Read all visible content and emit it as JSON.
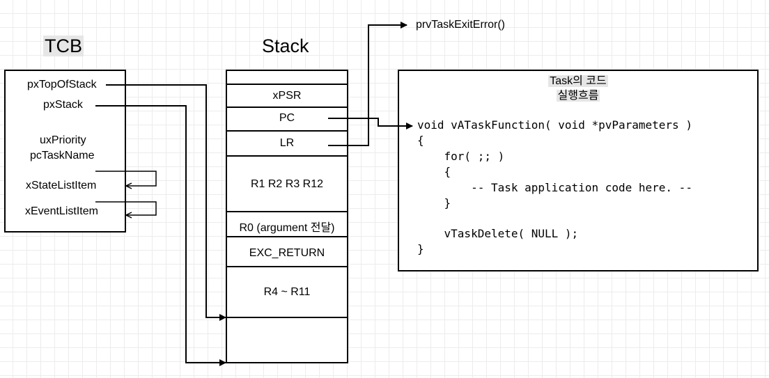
{
  "tcb": {
    "title": "TCB",
    "fields": {
      "px_top_of_stack": "pxTopOfStack",
      "px_stack": "pxStack",
      "ux_priority": "uxPriority",
      "pc_task_name": "pcTaskName",
      "x_state_list_item": "xStateListItem",
      "x_event_list_item": "xEventListItem"
    }
  },
  "stack": {
    "title": "Stack",
    "cells": [
      "xPSR",
      "PC",
      "LR",
      "R1 R2 R3 R12",
      "R0 (argument 전달)",
      "EXC_RETURN",
      "R4 ~ R11"
    ]
  },
  "exit_function": "prvTaskExitError()",
  "task_code": {
    "title_line1": "Task의 코드",
    "title_line2": "실행흐름",
    "lines": [
      "void vATaskFunction( void *pvParameters )",
      "{",
      "    for( ;; )",
      "    {",
      "        -- Task application code here. --",
      "    }",
      "",
      "    vTaskDelete( NULL );",
      "}"
    ]
  }
}
